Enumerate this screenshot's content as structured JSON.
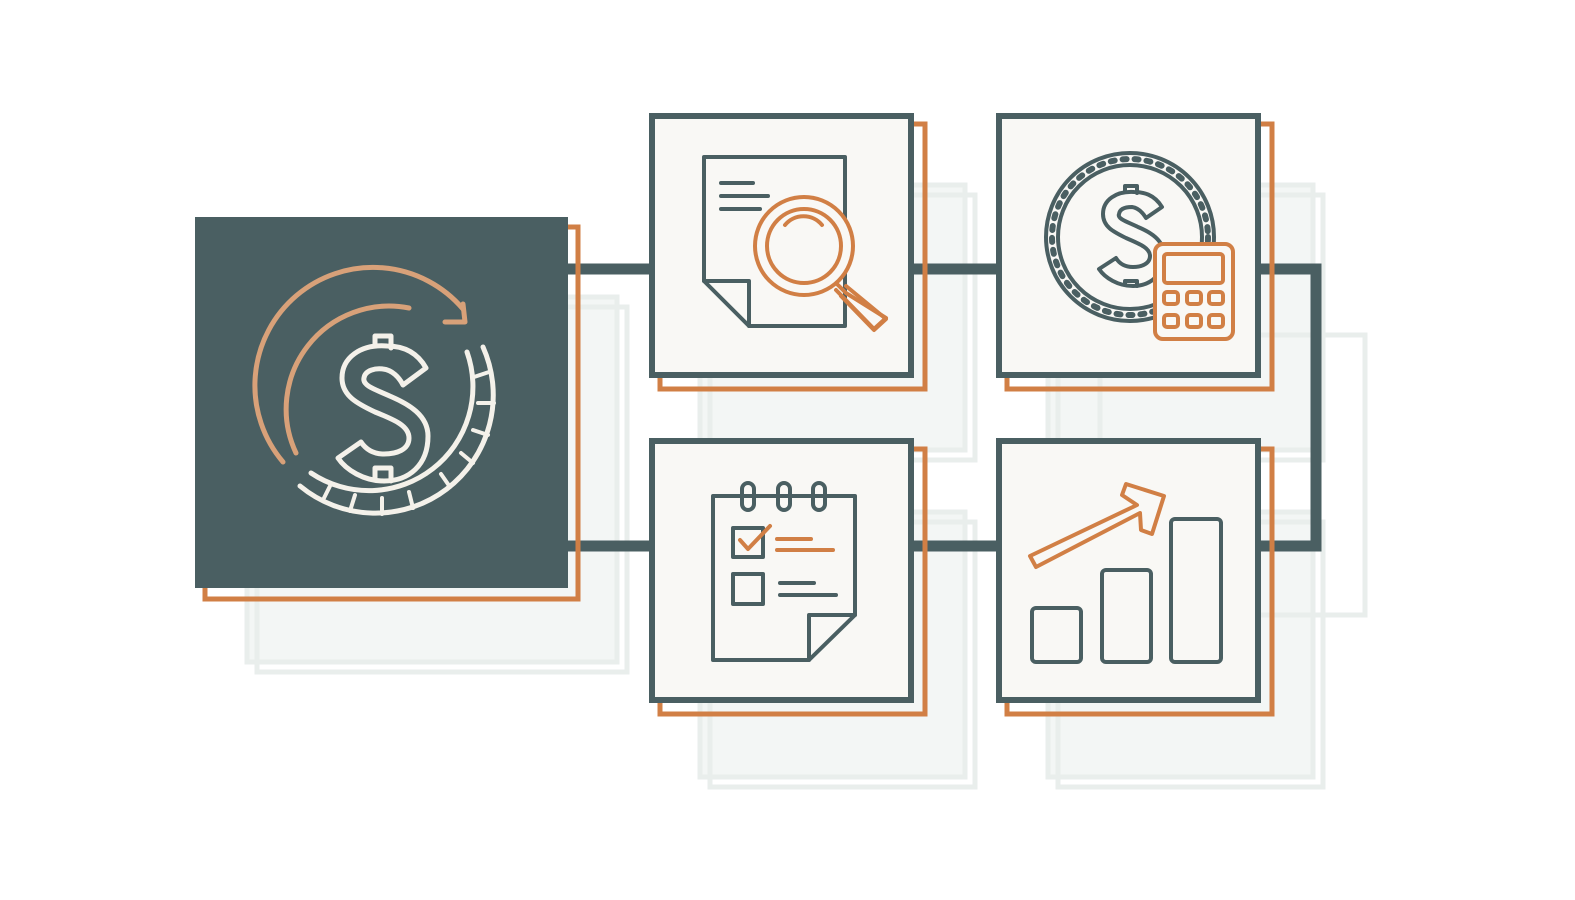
{
  "diagram": {
    "colors": {
      "background": "#ffffff",
      "dark": "#4a5f62",
      "accent": "#d17f45",
      "accent_light": "#d8a179",
      "tile_fill": "#f9f8f5",
      "shadow": "#e9eeec",
      "icon_light": "#f4f1ea"
    },
    "hub": {
      "icon": "dollar-cycle-icon"
    },
    "tiles": [
      {
        "id": "review",
        "icon": "document-search-icon"
      },
      {
        "id": "budget",
        "icon": "coin-calculator-icon"
      },
      {
        "id": "plan",
        "icon": "checklist-notepad-icon"
      },
      {
        "id": "growth",
        "icon": "growth-chart-icon"
      }
    ]
  }
}
